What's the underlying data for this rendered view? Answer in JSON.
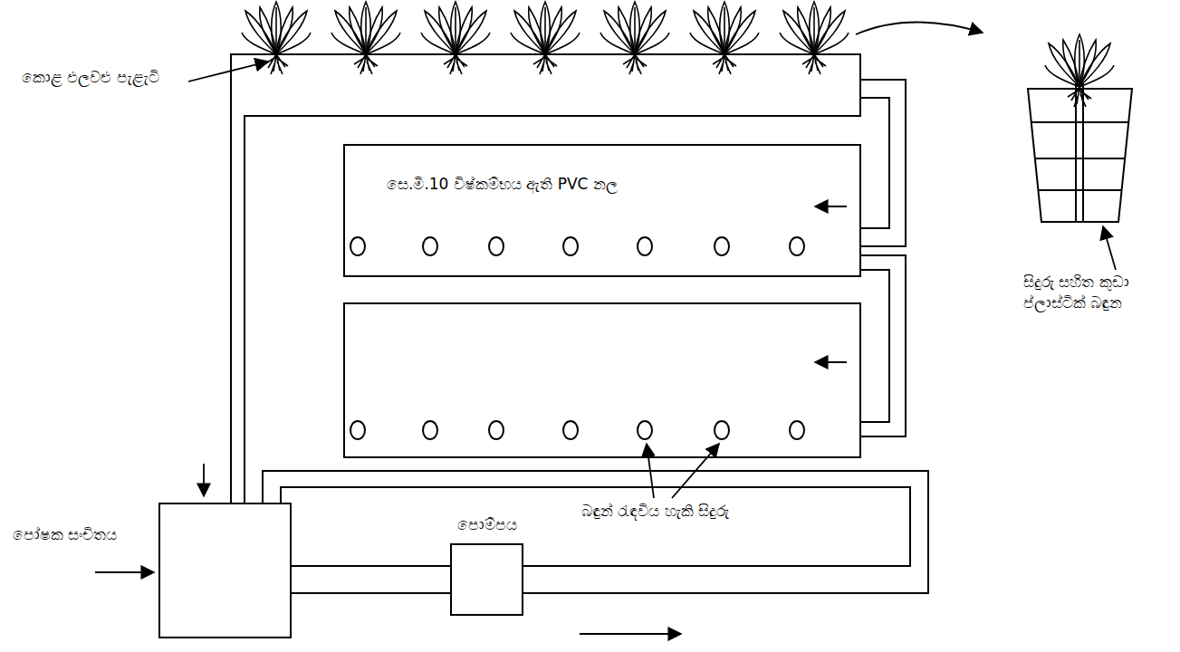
{
  "diagram": {
    "nodes": [
      {
        "text": [
          "පෝෂක සංචිතය"
        ]
      },
      {
        "text": [
          "පොම්පය"
        ]
      }
    ],
    "edges": [
      {
        "from": 0,
        "to": 1,
        "arrow": "none"
      }
    ],
    "labels": [
      "කොළ ඵලවළු පැළැටි",
      "සෙ.මී.10 විෂ්කම්භය ඇති PVC නල",
      "බඳුන් රැඳවිය හැකි සිදුරු",
      "සිදුරු සහිත කුඩා ප්ලාස්ටික් බඳුන"
    ]
  }
}
